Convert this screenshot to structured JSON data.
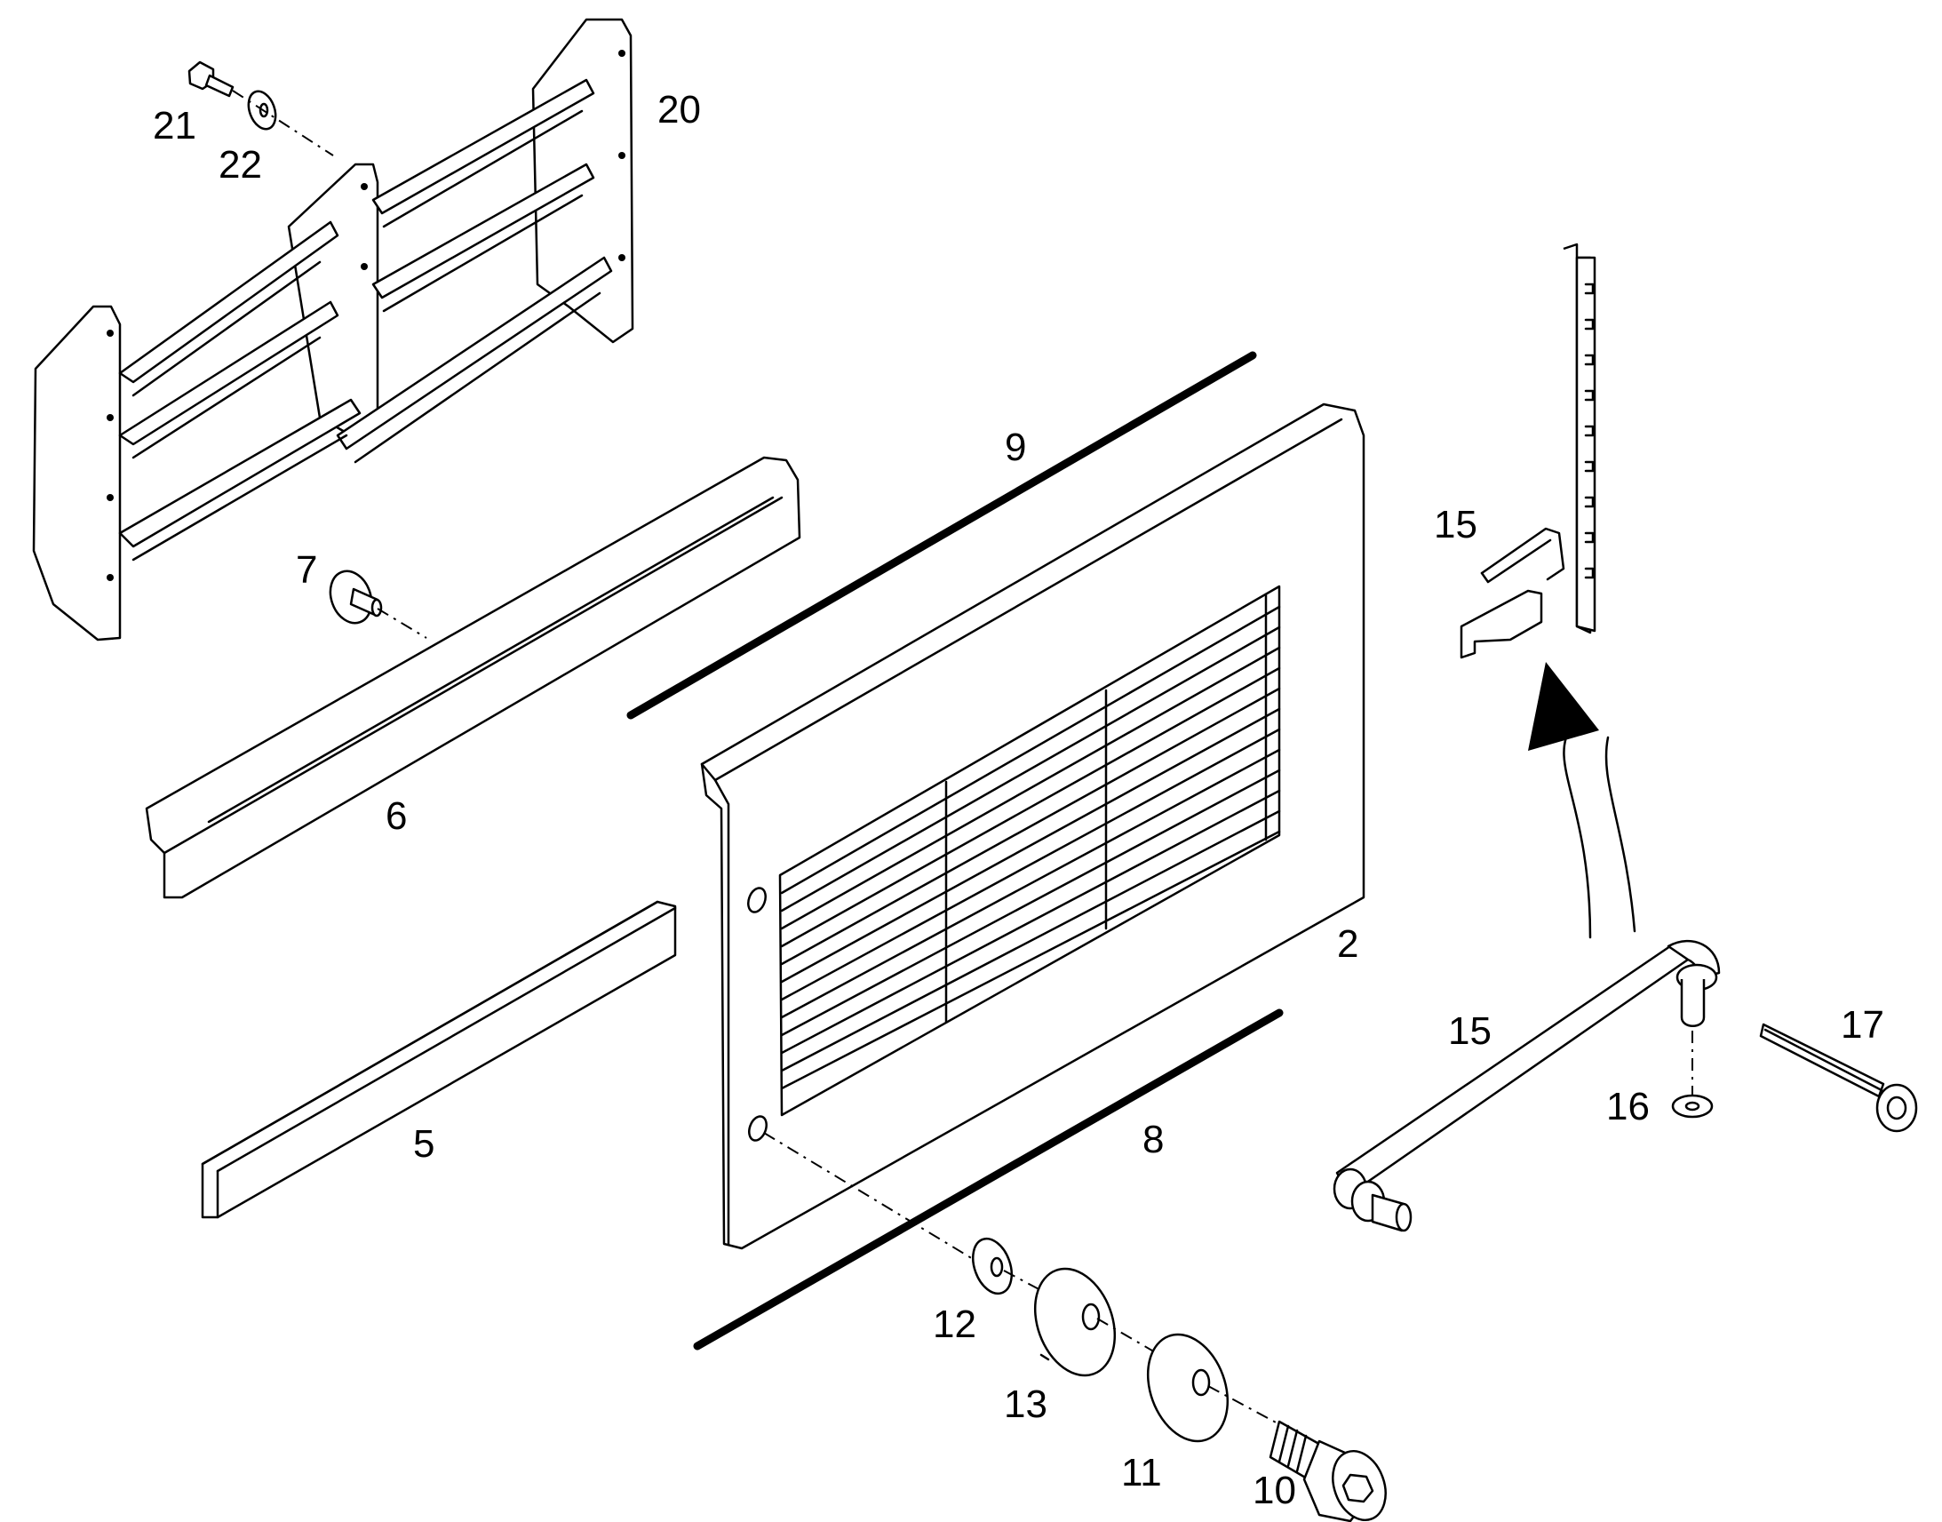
{
  "diagram": {
    "colors": {
      "line": "#000000",
      "background": "#ffffff"
    },
    "parts": [
      {
        "id": "label-21",
        "text": "21"
      },
      {
        "id": "label-22",
        "text": "22"
      },
      {
        "id": "label-20",
        "text": "20"
      },
      {
        "id": "label-9",
        "text": "9"
      },
      {
        "id": "label-7",
        "text": "7"
      },
      {
        "id": "label-6",
        "text": "6"
      },
      {
        "id": "label-15-top",
        "text": "15"
      },
      {
        "id": "label-2",
        "text": "2"
      },
      {
        "id": "label-15-bottom",
        "text": "15"
      },
      {
        "id": "label-17",
        "text": "17"
      },
      {
        "id": "label-16",
        "text": "16"
      },
      {
        "id": "label-5",
        "text": "5"
      },
      {
        "id": "label-8",
        "text": "8"
      },
      {
        "id": "label-12",
        "text": "12"
      },
      {
        "id": "label-13",
        "text": "13"
      },
      {
        "id": "label-11",
        "text": "11"
      },
      {
        "id": "label-10",
        "text": "10"
      }
    ]
  }
}
